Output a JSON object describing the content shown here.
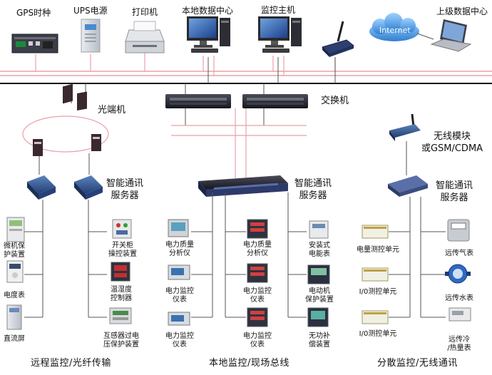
{
  "top_devices": {
    "gps": "GPS时种",
    "ups": "UPS电源",
    "printer": "打印机",
    "local_dc": "本地数据中心",
    "monitor_host": "监控主机",
    "internet": "Internet",
    "upper_dc": "上级数据中心"
  },
  "network": {
    "switch": "交换机",
    "optical": "光端机",
    "wireless_module_1": "无线模块",
    "wireless_module_2": "或GSM/CDMA"
  },
  "servers": {
    "left": [
      "智能通讯",
      "服务器"
    ],
    "center": [
      "智能通讯",
      "服务器"
    ],
    "right": [
      "智能通讯",
      "服务器"
    ]
  },
  "remote_left": [
    [
      "微机保",
      "护装置"
    ],
    [
      "电度表"
    ],
    [
      "直流屏"
    ]
  ],
  "remote_right": [
    [
      "开关柜",
      "操控装置"
    ],
    [
      "温湿度",
      "控制器"
    ],
    [
      "互感器过电",
      "压保护装置"
    ]
  ],
  "local_col1": [
    [
      "电力质量",
      "分析仪"
    ],
    [
      "电力监控",
      "仪表"
    ],
    [
      "电力监控",
      "仪表"
    ]
  ],
  "local_col2": [
    [
      "电力质量",
      "分析仪"
    ],
    [
      "电力监控",
      "仪表"
    ],
    [
      "电力监控",
      "仪表"
    ]
  ],
  "local_col3": [
    [
      "安装式",
      "电能表"
    ],
    [
      "电动机",
      "保护装置"
    ],
    [
      "无功补",
      "偿装置"
    ]
  ],
  "wireless_units": [
    "电量测控单元",
    "I/0测控单元",
    "I/0测控单元"
  ],
  "meters": [
    [
      "远传气表"
    ],
    [
      "远传水表"
    ],
    [
      "远传冷",
      "/热量表"
    ]
  ],
  "footer": {
    "remote": "远程监控/光纤传输",
    "local": "本地监控/现场总线",
    "wireless": "分散监控/无线通讯"
  },
  "colors": {
    "bus_red": "#e8a0a8",
    "bus_black": "#111111",
    "line_gray": "#555555",
    "device_dark": "#2a2d3c",
    "server_blue": "#3a5a8e",
    "cloud_blue": "#4a9fe0"
  }
}
